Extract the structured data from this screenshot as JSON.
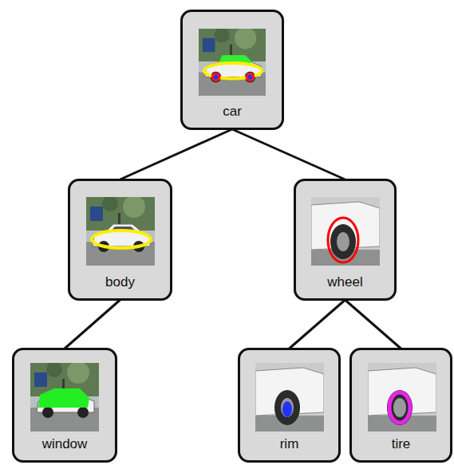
{
  "diagram": {
    "nodes": [
      {
        "text": [
          "car"
        ]
      },
      {
        "text": [
          "body"
        ]
      },
      {
        "text": [
          "wheel"
        ]
      },
      {
        "text": [
          "window"
        ]
      },
      {
        "text": [
          "rim"
        ]
      },
      {
        "text": [
          "tire"
        ]
      }
    ],
    "edges": [
      {
        "from": 0,
        "to": 1,
        "arrow": "none"
      },
      {
        "from": 0,
        "to": 2,
        "arrow": "none"
      },
      {
        "from": 1,
        "to": 3,
        "arrow": "none"
      },
      {
        "from": 2,
        "to": 4,
        "arrow": "none"
      },
      {
        "from": 2,
        "to": 5,
        "arrow": "none"
      }
    ]
  }
}
